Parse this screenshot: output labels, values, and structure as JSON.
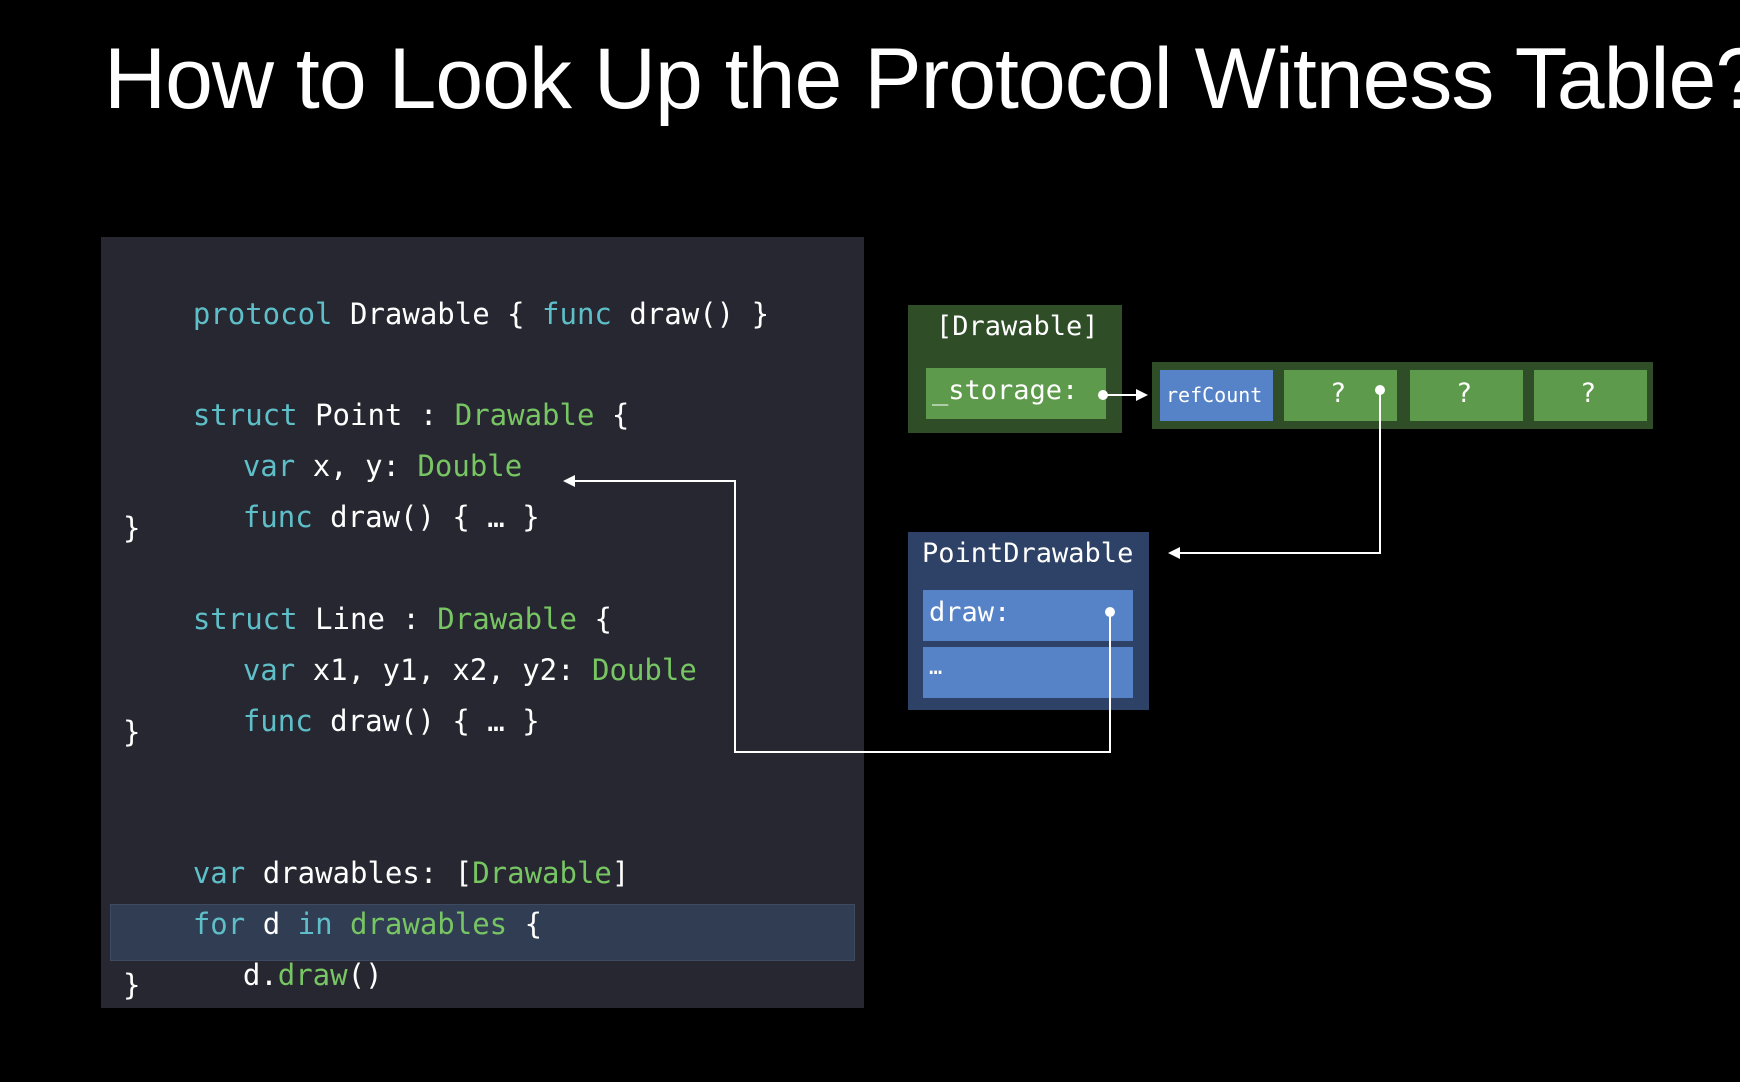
{
  "title": "How to Look Up the Protocol Witness Table?",
  "code": {
    "l1": {
      "a": "protocol",
      "b": " Drawable { ",
      "c": "func",
      "d": " draw() }"
    },
    "l2": {
      "a": "struct",
      "b": " Point : ",
      "c": "Drawable",
      "d": " {"
    },
    "l3": {
      "a": "var",
      "b": " x, y: ",
      "c": "Double"
    },
    "l4": {
      "a": "func",
      "b": " draw() { … }"
    },
    "l5": "}",
    "l6": {
      "a": "struct",
      "b": " Line : ",
      "c": "Drawable",
      "d": " {"
    },
    "l7": {
      "a": "var",
      "b": " x1, y1, x2, y2: ",
      "c": "Double"
    },
    "l8": {
      "a": "func",
      "b": " draw() { … }"
    },
    "l9": "}",
    "l10": {
      "a": "var",
      "b": " drawables: [",
      "c": "Drawable",
      "d": "]"
    },
    "l11": {
      "a": "for",
      "b": " d ",
      "c": "in",
      "d": " drawables",
      "e": " {"
    },
    "l12": {
      "a": "d.",
      "b": "draw",
      "c": "()"
    },
    "l13": "}"
  },
  "diagram": {
    "array_label": "[Drawable]",
    "storage_label": "_storage:",
    "refcount_label": "refCount",
    "slot_labels": [
      "?",
      "?",
      "?"
    ],
    "pwt_label": "PointDrawable",
    "draw_label": "draw:",
    "more_label": "…"
  },
  "colors": {
    "background": "#000000",
    "code_background": "#262730",
    "keyword": "#5fbfc9",
    "type": "#78c563",
    "green_dark": "#2f4d27",
    "green_light": "#5e9a4b",
    "blue_dark": "#2d4266",
    "blue_light": "#5683c7"
  }
}
